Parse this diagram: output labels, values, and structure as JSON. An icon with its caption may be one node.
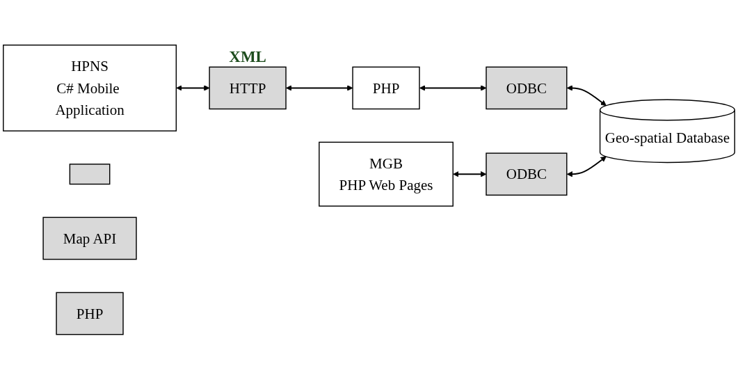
{
  "diagram": {
    "nodes": [
      {
        "text": [
          "HPNS",
          "C# Mobile Application"
        ]
      },
      {
        "text": [],
        "shape": "box"
      },
      {
        "text": [
          "HTTP"
        ],
        "beside": [
          "XML"
        ]
      },
      {
        "text": [
          "PHP"
        ]
      },
      {
        "text": [
          "ODBC"
        ]
      },
      {
        "text": [
          "MGB",
          "PHP Web Pages"
        ]
      },
      {
        "text": [
          "Map API"
        ]
      },
      {
        "text": [
          "PHP"
        ]
      },
      {
        "text": [
          "ODBC"
        ]
      },
      {
        "text": [
          "Geo-spatial Database"
        ]
      }
    ],
    "edges": [
      {
        "from": 0,
        "to": 2,
        "arrow": "both"
      },
      {
        "from": 2,
        "to": 3,
        "arrow": "both"
      },
      {
        "from": 3,
        "to": 4,
        "arrow": "both"
      },
      {
        "from": 4,
        "to": 9,
        "arrow": "both"
      },
      {
        "from": 5,
        "to": 8,
        "arrow": "both"
      },
      {
        "from": 8,
        "to": 9,
        "arrow": "both"
      }
    ]
  }
}
